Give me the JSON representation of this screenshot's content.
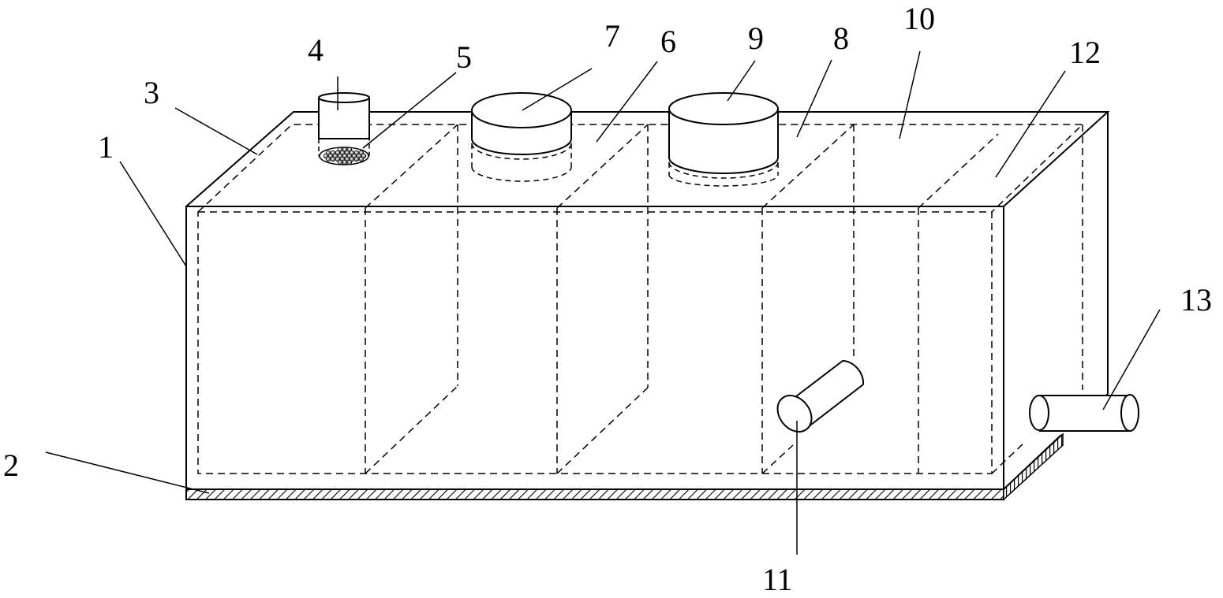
{
  "figure": {
    "stroke_color": "#000000",
    "background_color": "#ffffff",
    "labels": [
      {
        "id": "1",
        "text": "1",
        "part": "tank-body"
      },
      {
        "id": "2",
        "text": "2",
        "part": "base-plate"
      },
      {
        "id": "3",
        "text": "3",
        "part": "top-cover"
      },
      {
        "id": "4",
        "text": "4",
        "part": "inlet-pipe"
      },
      {
        "id": "5",
        "text": "5",
        "part": "filter-media"
      },
      {
        "id": "6",
        "text": "6",
        "part": "second-chamber"
      },
      {
        "id": "7",
        "text": "7",
        "part": "first-manhole-cover"
      },
      {
        "id": "8",
        "text": "8",
        "part": "third-chamber"
      },
      {
        "id": "9",
        "text": "9",
        "part": "second-manhole-cover"
      },
      {
        "id": "10",
        "text": "10",
        "part": "fourth-chamber"
      },
      {
        "id": "11",
        "text": "11",
        "part": "transfer-pipe"
      },
      {
        "id": "12",
        "text": "12",
        "part": "fifth-chamber"
      },
      {
        "id": "13",
        "text": "13",
        "part": "outlet-pipe"
      }
    ]
  }
}
